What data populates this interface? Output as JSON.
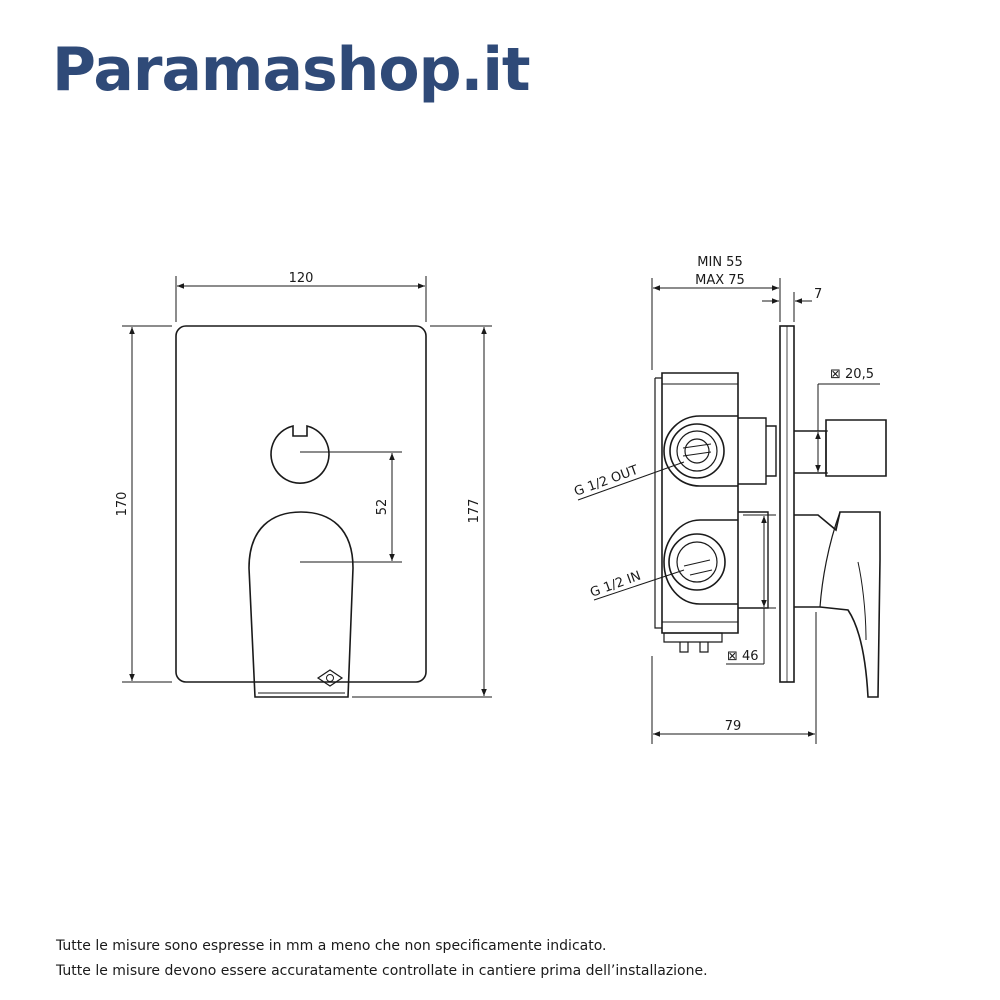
{
  "header": {
    "brand": "Paramashop.it"
  },
  "front_view": {
    "width_label": "120",
    "height_label": "170",
    "overall_height_label": "177",
    "spacing_label": "52"
  },
  "side_view": {
    "depth_min_label": "MIN 55",
    "depth_max_label": "MAX 75",
    "plate_label": "7",
    "stem_label": "⊠ 20,5",
    "out_label": "G 1/2 OUT",
    "in_label": "G 1/2 IN",
    "body_label": "⊠ 46",
    "overall_depth_label": "79"
  },
  "notes": [
    "Tutte le misure sono espresse in mm a meno che non specificamente indicato.",
    "Tutte le misure devono essere accuratamente controllate in cantiere prima dell’installazione."
  ]
}
